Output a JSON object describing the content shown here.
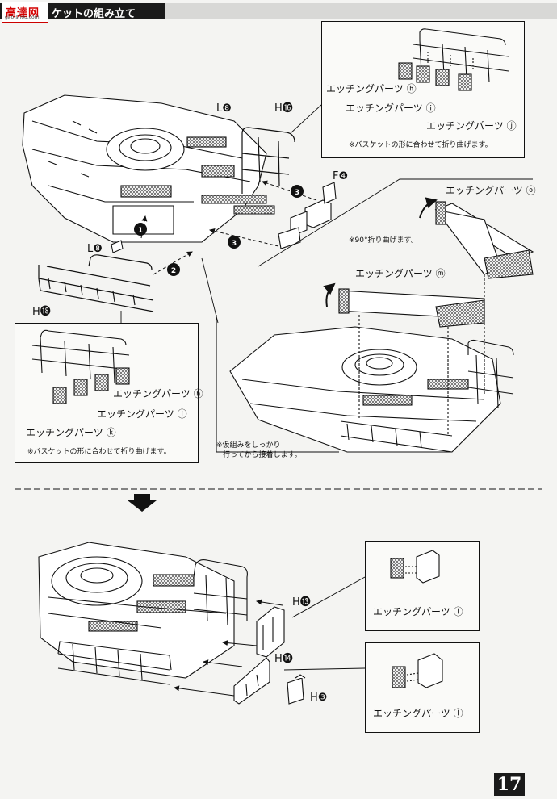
{
  "header": {
    "logo_text": "高達网",
    "logo_sub": "gao-shou.com",
    "section_title": "ケットの組み立て"
  },
  "top_section": {
    "part_labels": {
      "L8_top": "L❽",
      "H16": "H⓰",
      "F4": "F❹",
      "L8_side": "L❽",
      "H18": "H⓲"
    },
    "steps": [
      "1",
      "2",
      "3",
      "3"
    ],
    "callout_top_right": {
      "etching_h": "エッチングパーツ ⓗ",
      "etching_i": "エッチングパーツ ⓘ",
      "etching_j": "エッチングパーツ ⓙ",
      "note": "※バスケットの形に合わせて折り曲げます。"
    },
    "callout_bottom_left": {
      "etching_h": "エッチングパーツ ⓗ",
      "etching_i": "エッチングパーツ ⓘ",
      "etching_k": "エッチングパーツ ⓚ",
      "note": "※バスケットの形に合わせて折り曲げます。"
    },
    "detail_right": {
      "etching_o": "エッチングパーツ ⓞ",
      "bend_note": "※90°折り曲げます。",
      "etching_m": "エッチングパーツ ⓜ",
      "fit_note_line1": "※仮組みをしっかり",
      "fit_note_line2": "行ってから接着します。"
    }
  },
  "bottom_section": {
    "part_labels": {
      "H13": "H⓭",
      "H14": "H⓮",
      "H3": "H❸"
    },
    "callout_upper": {
      "etching_l": "エッチングパーツ ⓛ"
    },
    "callout_lower": {
      "etching_l": "エッチングパーツ ⓛ"
    }
  },
  "page_number": "17"
}
